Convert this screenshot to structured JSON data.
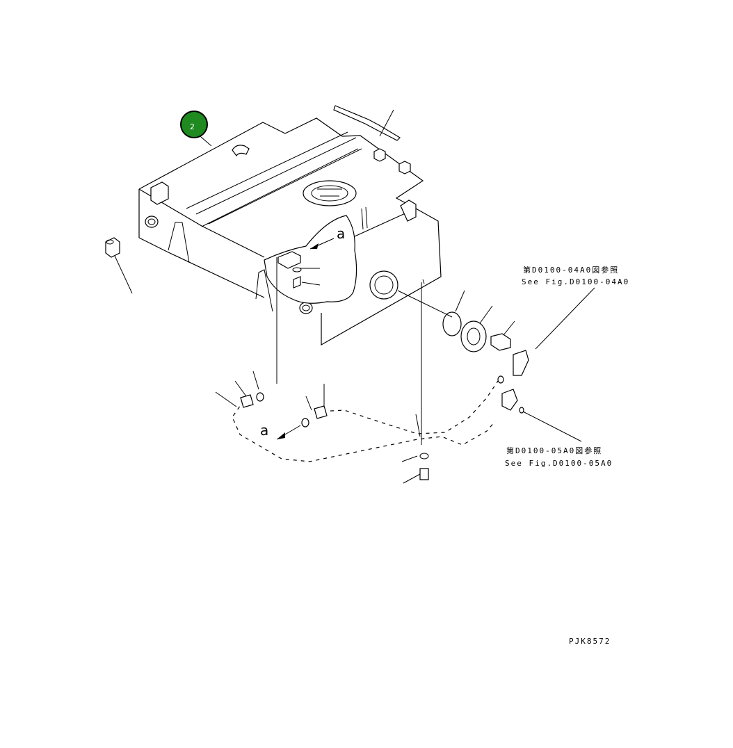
{
  "badge": {
    "number": "2",
    "color": "#1f8a1f"
  },
  "references": [
    {
      "jp": "第D0100-04A0図参照",
      "en": "See Fig.D0100-04A0"
    },
    {
      "jp": "第D0100-05A0図参照",
      "en": "See Fig.D0100-05A0"
    }
  ],
  "detail_labels": [
    "a",
    "a"
  ],
  "drawing_code": "PJK8572"
}
